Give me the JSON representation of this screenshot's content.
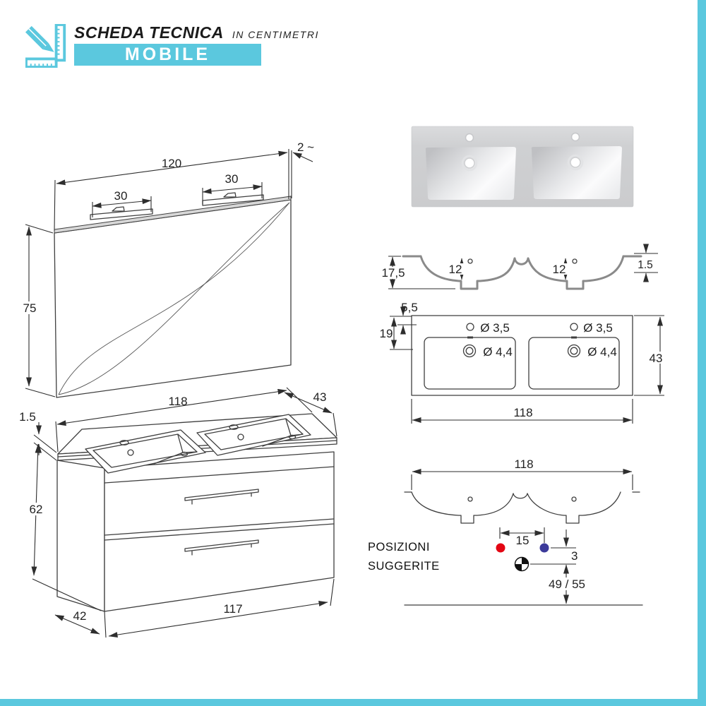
{
  "header": {
    "title": "SCHEDA TECNICA",
    "subtitle": "IN CENTIMETRI",
    "banner": "MOBILE"
  },
  "colors": {
    "accent": "#5BC8DE",
    "tap_red": "#E30613",
    "tap_blue": "#3C3A9A"
  },
  "mirror": {
    "width": "120",
    "depth": "2 ~",
    "light_left_width": "30",
    "light_right_width": "30",
    "height": "75"
  },
  "vanity": {
    "top_width": "118",
    "top_depth": "43",
    "top_thickness": "1.5",
    "height": "62",
    "body_width": "117",
    "body_depth": "42"
  },
  "basin_section": {
    "total_height": "17,5",
    "bowl_depth_left": "12",
    "bowl_depth_right": "12",
    "rim_thickness": "1.5"
  },
  "basin_plan": {
    "edge_to_tap": "5,5",
    "edge_to_drain": "19",
    "tap_hole_left": "Ø 3,5",
    "tap_hole_right": "Ø 3,5",
    "drain_left": "Ø 4,4",
    "drain_right": "Ø 4,4",
    "depth": "43",
    "width": "118"
  },
  "positions": {
    "width": "118",
    "label_line1": "POSIZIONI",
    "label_line2": "SUGGERITE",
    "hole_spacing": "15",
    "hole_offset": "3",
    "height_range": "49 / 55"
  }
}
